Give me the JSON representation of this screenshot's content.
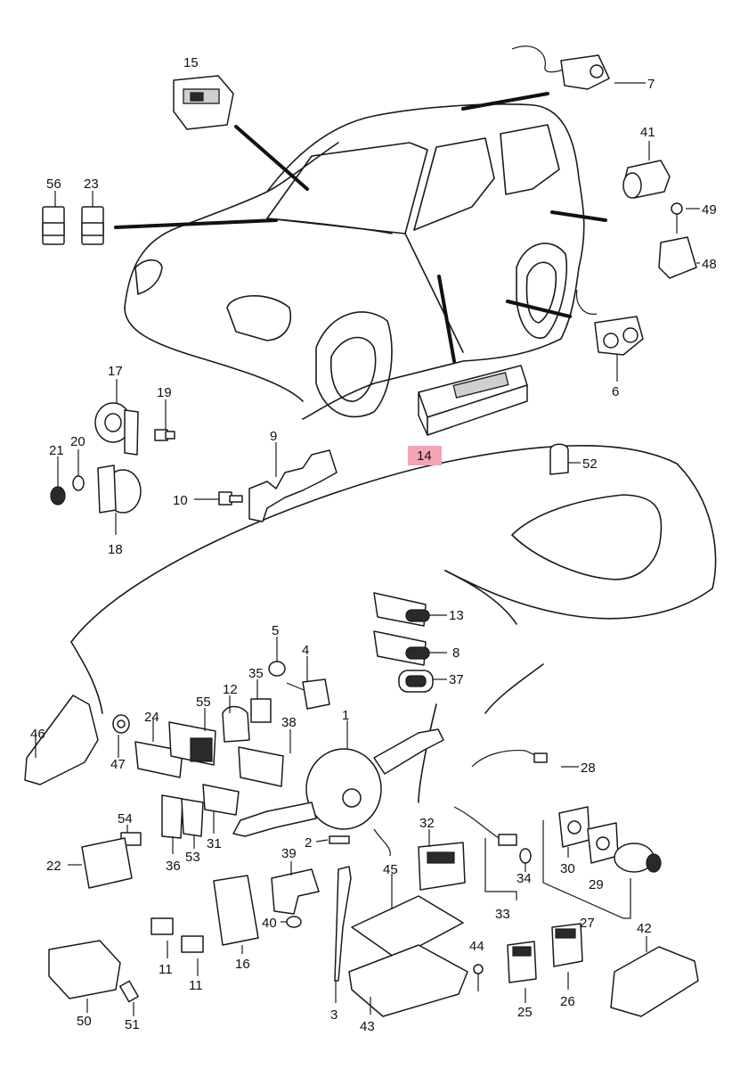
{
  "diagram": {
    "highlight_color": "#f4a3b5",
    "highlighted_part": "14",
    "callouts": [
      "1",
      "2",
      "3",
      "4",
      "5",
      "6",
      "7",
      "8",
      "9",
      "10",
      "11",
      "11",
      "12",
      "13",
      "14",
      "15",
      "16",
      "17",
      "18",
      "19",
      "20",
      "21",
      "22",
      "23",
      "24",
      "25",
      "26",
      "27",
      "28",
      "29",
      "30",
      "31",
      "32",
      "33",
      "34",
      "35",
      "36",
      "37",
      "38",
      "39",
      "40",
      "41",
      "42",
      "43",
      "44",
      "45",
      "46",
      "47",
      "48",
      "49",
      "50",
      "51",
      "52",
      "53",
      "54",
      "55",
      "56"
    ]
  }
}
